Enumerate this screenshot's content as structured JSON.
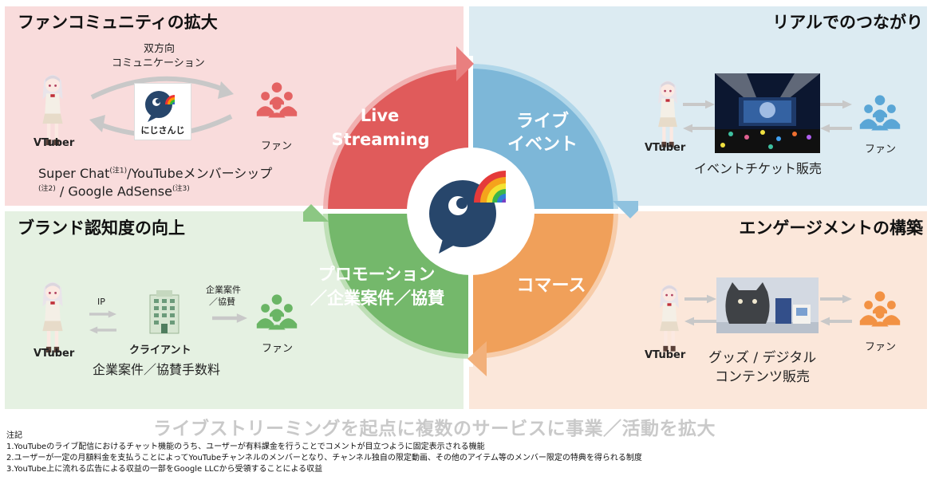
{
  "quadrants": {
    "top_left": {
      "title": "ファンコミュニティの拡大",
      "bidirectional_1": "双方向",
      "bidirectional_2": "コミュニケーション",
      "brand": "にじさんじ",
      "vtuber": "VTuber",
      "fan": "ファン",
      "revenue_1a": "Super Chat",
      "note_1": "(注1)",
      "revenue_1b": "/YouTubeメンバーシップ",
      "note_2": "(注2)",
      "revenue_2": " / Google AdSense",
      "note_3": "(注3)"
    },
    "top_right": {
      "title": "リアルでのつながり",
      "vtuber": "VTuber",
      "fan": "ファン",
      "revenue": "イベントチケット販売"
    },
    "bottom_left": {
      "title": "ブランド認知度の向上",
      "ip": "IP",
      "deal_1": "企業案件",
      "deal_2": "／協賛",
      "vtuber": "VTuber",
      "client": "クライアント",
      "fan": "ファン",
      "revenue": "企業案件／協賛手数料"
    },
    "bottom_right": {
      "title": "エンゲージメントの構築",
      "vtuber": "VTuber",
      "fan": "ファン",
      "revenue_1": "グッズ / デジタル",
      "revenue_2": "コンテンツ販売"
    }
  },
  "cycle": {
    "live_1": "Live",
    "live_2": "Streaming",
    "event_1": "ライブ",
    "event_2": "イベント",
    "promo_1": "プロモーション",
    "promo_2": "／企業案件／協賛",
    "commerce": "コマース"
  },
  "caption": "ライブストリーミングを起点に複数のサービスに事業／活動を拡大",
  "notes": {
    "header": "注記",
    "n1": "1.YouTubeのライブ配信におけるチャット機能のうち、ユーザーが有料課金を行うことでコメントが目立つように固定表示される機能",
    "n2": "2.ユーザーが一定の月額料金を支払うことによってYouTubeチャンネルのメンバーとなり、チャンネル独自の限定動画、その他のアイテム等のメンバー限定の特典を得られる制度",
    "n3": "3.YouTube上に流れる広告による収益の一部をGoogle LLCから受領することによる収益"
  },
  "colors": {
    "red": "#e05b5b",
    "blue": "#7db7d8",
    "green": "#74b86b",
    "orange": "#f0a05a",
    "logo_navy": "#27466b",
    "fan_red": "#e46363",
    "fan_blue": "#5aa6d6",
    "fan_green": "#6ab565",
    "fan_orange": "#f29244"
  },
  "icons": [
    "vtuber-character-icon",
    "fan-group-icon",
    "nijisanji-logo-icon",
    "building-icon",
    "exchange-arrow-icon",
    "concert-photo",
    "plush-goods-photo"
  ]
}
